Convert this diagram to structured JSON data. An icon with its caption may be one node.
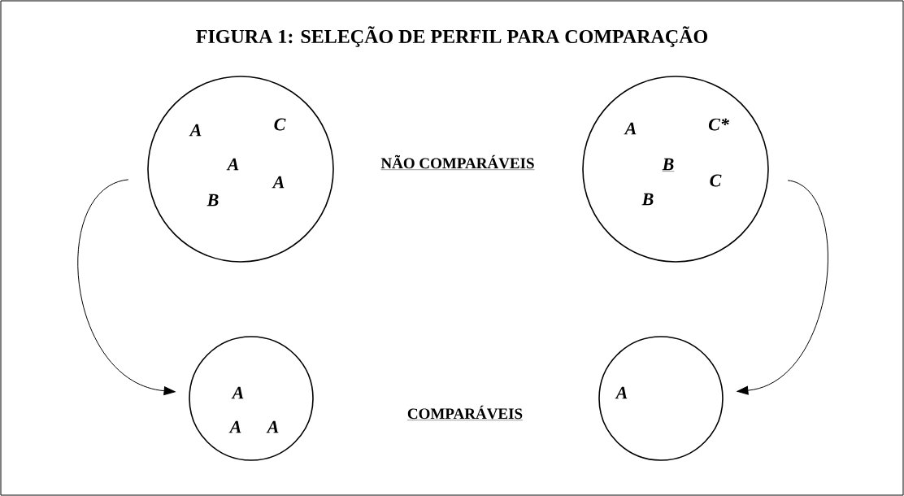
{
  "diagram": {
    "title": "FIGURA 1: SELEÇÃO DE PERFIL PARA COMPARAÇÃO",
    "nodes": [
      {
        "text": [
          "A",
          "C",
          "A",
          "A",
          "B"
        ]
      },
      {
        "text": [
          "A",
          "C*",
          "B",
          "C",
          "B"
        ]
      },
      {
        "text": [
          "A",
          "A",
          "A"
        ]
      },
      {
        "text": [
          "A"
        ]
      }
    ],
    "edges": [
      {
        "from": 0,
        "to": 2,
        "arrow": "to"
      },
      {
        "from": 1,
        "to": 3,
        "arrow": "to"
      }
    ],
    "labels": [
      "NÃO COMPARÁVEIS",
      "COMPARÁVEIS"
    ]
  }
}
